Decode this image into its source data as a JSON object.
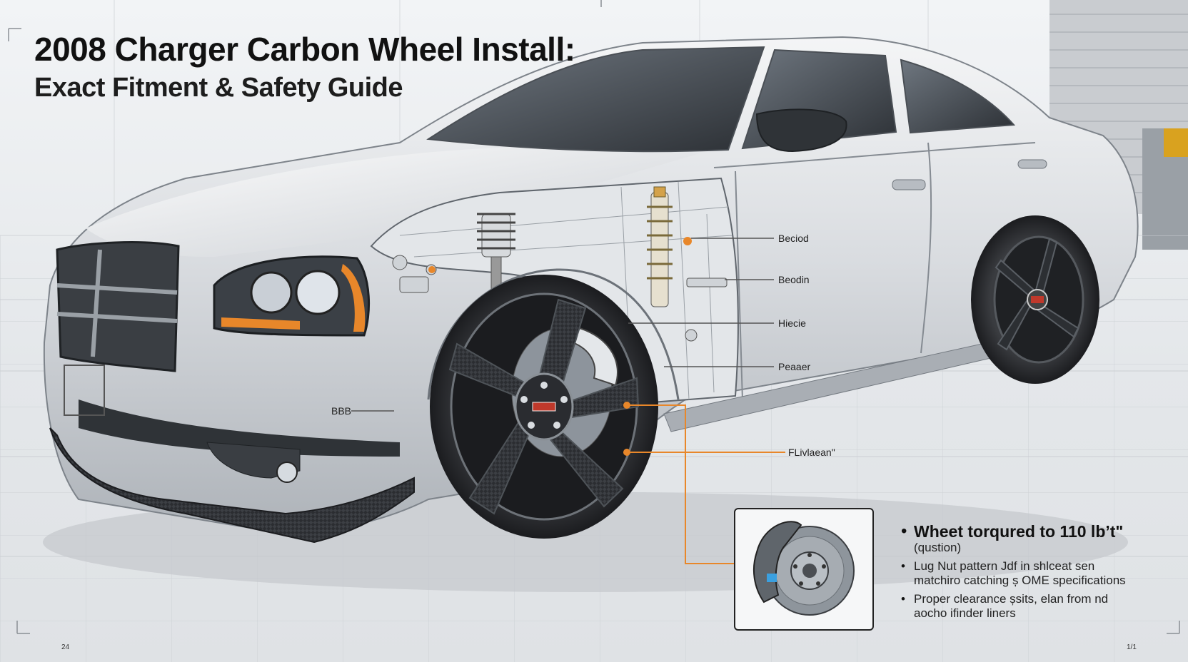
{
  "title": {
    "line1": "2008 Charger Carbon Wheel Install:",
    "line2": "Exact Fitment & Safety Guide"
  },
  "callouts": [
    {
      "id": "upper-1",
      "label": "Beciod"
    },
    {
      "id": "upper-2",
      "label": "Beodin"
    },
    {
      "id": "upper-3",
      "label": "Hiecie"
    },
    {
      "id": "upper-4",
      "label": "Peaaer"
    },
    {
      "id": "left-badge",
      "label": "BBB"
    },
    {
      "id": "lower-wheel",
      "label": "FLivlaean\""
    }
  ],
  "notes": [
    {
      "text": "Wheet torqured to 110 lb’t\"",
      "sub": "(qustion)"
    },
    {
      "text": "Lug Nut pattern Jdf in shlceat sen",
      "sub": "matchiro catching ș OME specifications"
    },
    {
      "text": "Proper clearance șsits, elan from nd",
      "sub": "aocho ifinder liners"
    }
  ],
  "page_marks": {
    "left": "24",
    "right": "1/1"
  },
  "colors": {
    "accent_orange": "#e8872a",
    "body_silver": "#d6d9dd",
    "carbon_dark": "#2a2c30",
    "leader_gray": "#555555"
  },
  "icons": {
    "bullet": "•"
  }
}
